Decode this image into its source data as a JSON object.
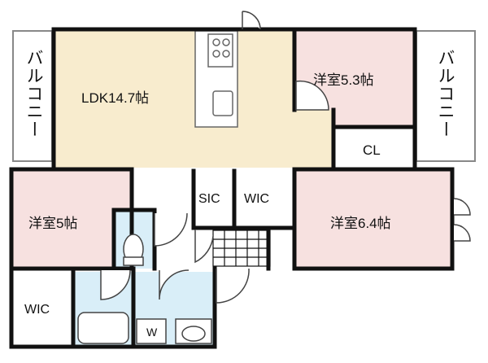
{
  "rooms": {
    "ldk": "LDK14.7帖",
    "western_53": "洋室5.3帖",
    "western_5": "洋室5帖",
    "western_64": "洋室6.4帖",
    "cl": "CL",
    "sic": "SIC",
    "wic_center": "WIC",
    "wic_bottom": "WIC",
    "w": "W"
  },
  "balconies": {
    "left": "バルコニー",
    "right": "バルコニー"
  },
  "colors": {
    "ldk_fill": "#f8ecce",
    "western_fill": "#f7e1e0",
    "wet_fill": "#d9eef8",
    "wall": "#111111",
    "balcony_line": "#888888"
  }
}
